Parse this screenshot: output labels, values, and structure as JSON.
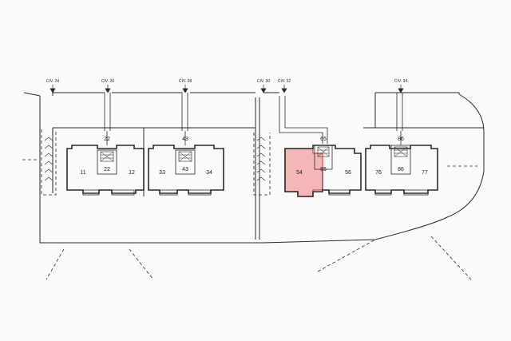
{
  "colors": {
    "background": "#fafafa",
    "line": "#2a2a2a",
    "highlight_fill": "#f4b6b6",
    "highlight_stroke": "#d94a4a"
  },
  "civics": [
    {
      "label": "CIV. 24"
    },
    {
      "label": "CIV. 26"
    },
    {
      "label": "CIV. 28"
    },
    {
      "label": "CIV. 30"
    },
    {
      "label": "CIV. 32"
    },
    {
      "label": "CIV. 34"
    }
  ],
  "buildings": [
    {
      "top_label": "22",
      "stair_label": "22",
      "left_unit": "11",
      "right_unit": "12"
    },
    {
      "top_label": "43",
      "stair_label": "43",
      "left_unit": "33",
      "right_unit": "34"
    },
    {
      "top_label": "65",
      "stair_label": "65",
      "left_unit": "54",
      "right_unit": "56"
    },
    {
      "top_label": "86",
      "stair_label": "86",
      "left_unit": "76",
      "right_unit": "77"
    }
  ],
  "highlighted_unit": "54"
}
